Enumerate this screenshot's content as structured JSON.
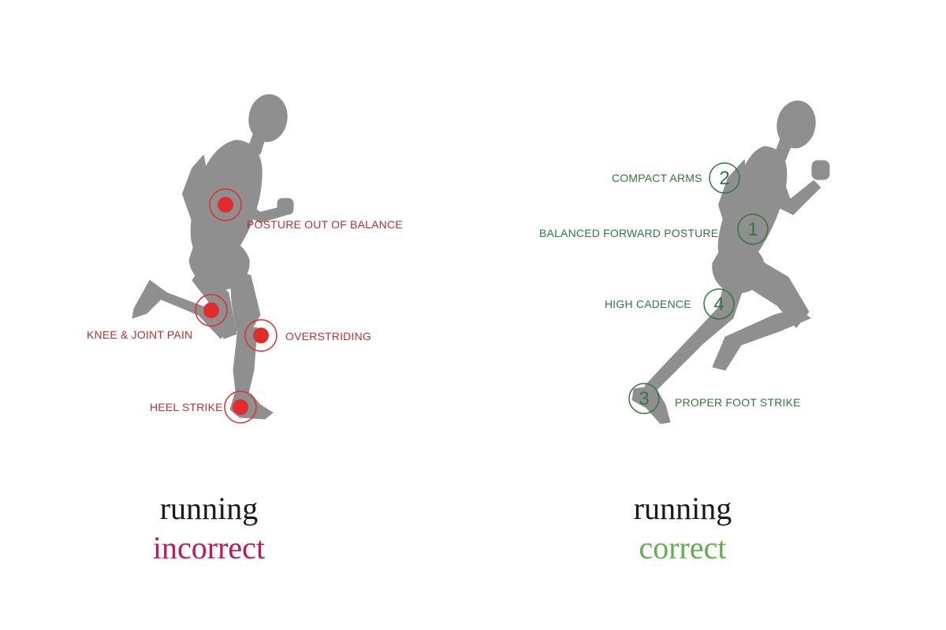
{
  "incorrect": {
    "labels": {
      "posture": "POSTURE OUT OF BALANCE",
      "knee": "KNEE & JOINT PAIN",
      "overstriding": "OVERSTRIDING",
      "heel": "HEEL STRIKE"
    },
    "caption_word": "running",
    "caption_state": "incorrect"
  },
  "correct": {
    "labels": {
      "compact_arms": "COMPACT ARMS",
      "balanced_posture": "BALANCED FORWARD POSTURE",
      "high_cadence": "HIGH CADENCE",
      "foot_strike": "PROPER FOOT STRIKE"
    },
    "numbers": {
      "compact_arms": "2",
      "balanced_posture": "1",
      "high_cadence": "4",
      "foot_strike": "3"
    },
    "caption_word": "running",
    "caption_state": "correct"
  },
  "colors": {
    "figure": "#8f8f8f",
    "incorrect_marker": "#e32b2b",
    "incorrect_text": "#b5322f",
    "correct_text": "#2e7a3c",
    "incorrect_caption": "#c2185b",
    "correct_caption": "#5fb04c"
  }
}
